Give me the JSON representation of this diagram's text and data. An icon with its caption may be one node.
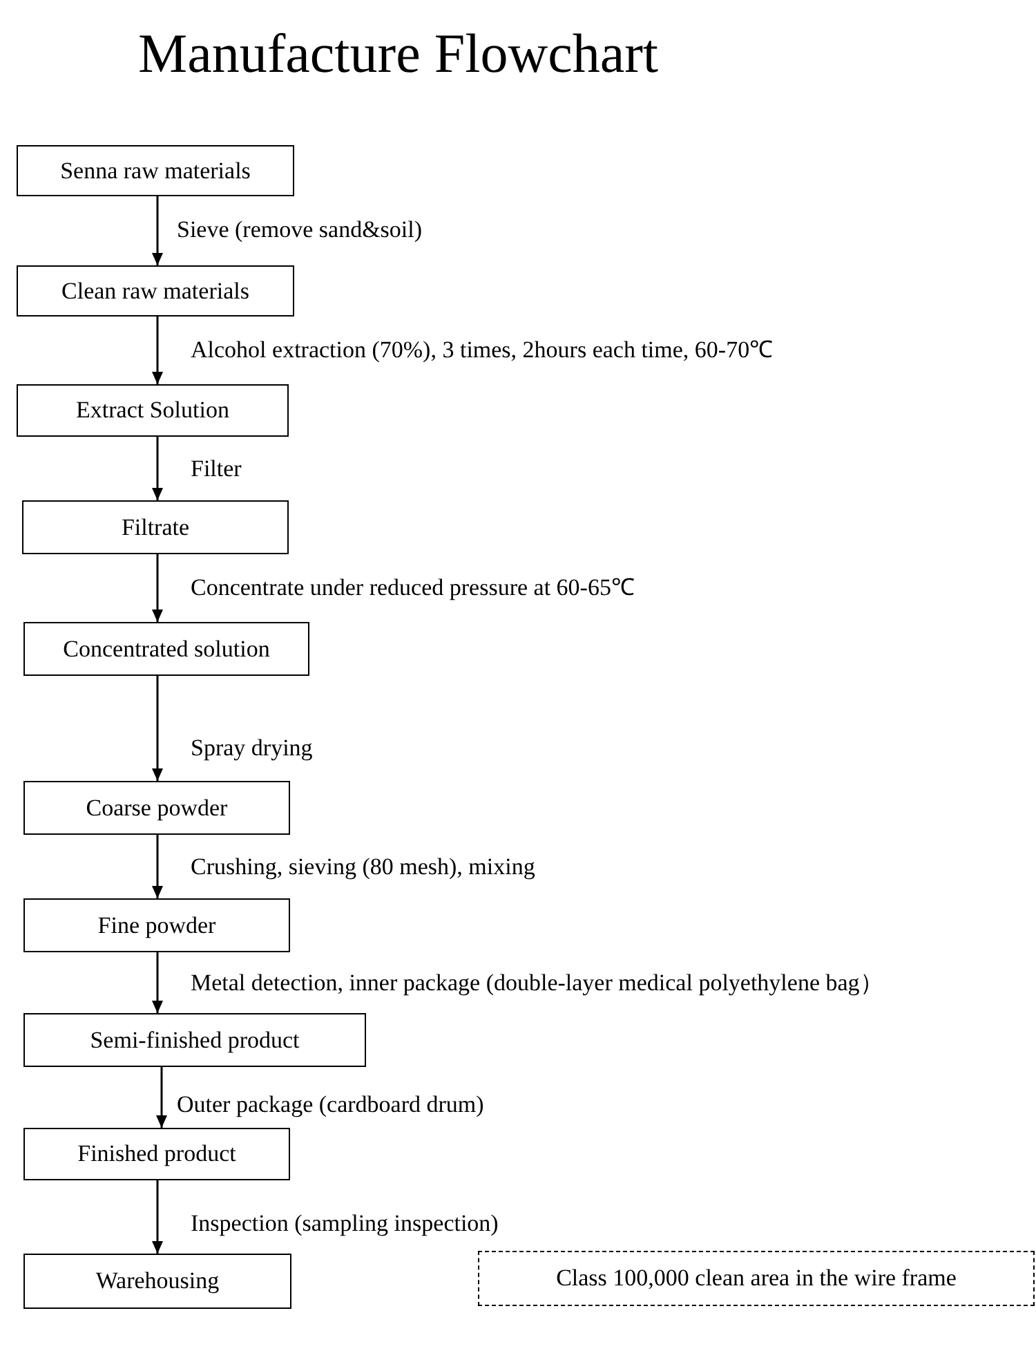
{
  "diagram": {
    "title": "Manufacture Flowchart",
    "nodes": [
      {
        "text": [
          "Senna raw materials"
        ]
      },
      {
        "text": [
          "Clean raw materials"
        ]
      },
      {
        "text": [
          "Extract Solution"
        ]
      },
      {
        "text": [
          "Filtrate"
        ]
      },
      {
        "text": [
          "Concentrated solution"
        ]
      },
      {
        "text": [
          "Coarse powder"
        ]
      },
      {
        "text": [
          "Fine powder"
        ]
      },
      {
        "text": [
          "Semi-finished product"
        ]
      },
      {
        "text": [
          "Finished product"
        ]
      },
      {
        "text": [
          "Warehousing"
        ]
      }
    ],
    "legend": [
      {
        "text": "Class 100,000 clean area in the wire frame"
      }
    ],
    "edges": [
      {
        "from": 0,
        "to": 1,
        "arrow": "to",
        "label": "Sieve (remove sand&soil)"
      },
      {
        "from": 1,
        "to": 2,
        "arrow": "to",
        "label": "Alcohol extraction (70%), 3 times, 2hours each time, 60-70℃"
      },
      {
        "from": 2,
        "to": 3,
        "arrow": "to",
        "label": "Filter"
      },
      {
        "from": 3,
        "to": 4,
        "arrow": "to",
        "label": "Concentrate under reduced pressure at 60-65℃"
      },
      {
        "from": 4,
        "to": 5,
        "arrow": "to",
        "label": "Spray drying"
      },
      {
        "from": 5,
        "to": 6,
        "arrow": "to",
        "label": "Crushing, sieving (80 mesh), mixing"
      },
      {
        "from": 6,
        "to": 7,
        "arrow": "to",
        "label": "Metal detection, inner package (double-layer medical polyethylene bag）"
      },
      {
        "from": 7,
        "to": 8,
        "arrow": "to",
        "label": "Outer package (cardboard drum)"
      },
      {
        "from": 8,
        "to": 9,
        "arrow": "to",
        "label": "Inspection (sampling inspection)"
      }
    ]
  }
}
